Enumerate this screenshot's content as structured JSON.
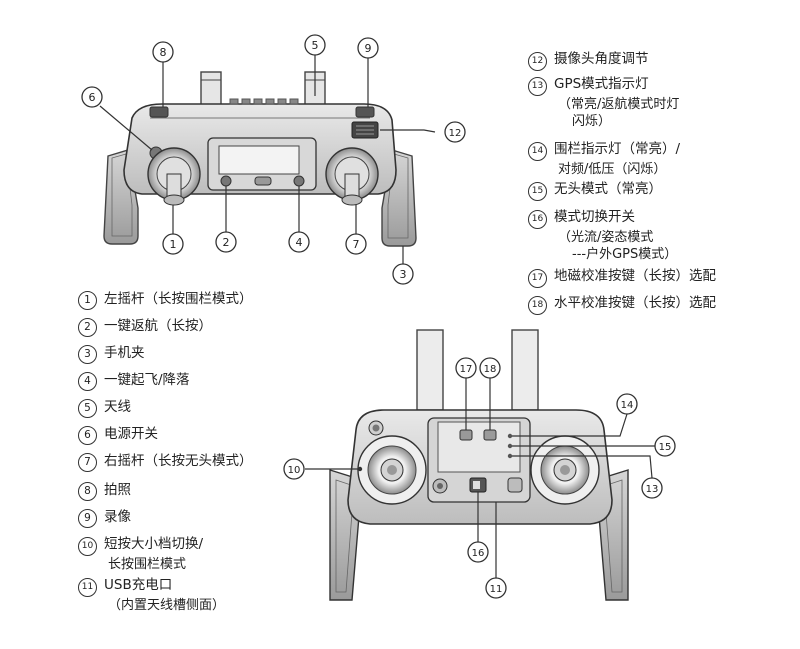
{
  "callouts_top": [
    {
      "num": "⑧"
    },
    {
      "num": "⑤"
    },
    {
      "num": "⑨"
    },
    {
      "num": "⑥"
    },
    {
      "num": "⑫"
    },
    {
      "num": "①"
    },
    {
      "num": "②"
    },
    {
      "num": "④"
    },
    {
      "num": "⑦"
    },
    {
      "num": "③"
    }
  ],
  "callouts_bottom": [
    {
      "num": "⑰"
    },
    {
      "num": "⑱"
    },
    {
      "num": "⑭"
    },
    {
      "num": "⑮"
    },
    {
      "num": "⑩"
    },
    {
      "num": "⑬"
    },
    {
      "num": "⑯"
    },
    {
      "num": "⑪"
    }
  ],
  "legend_left": [
    {
      "num": "1",
      "text": "左摇杆（长按围栏模式）"
    },
    {
      "num": "2",
      "text": "一键返航（长按）"
    },
    {
      "num": "3",
      "text": "手机夹"
    },
    {
      "num": "4",
      "text": "一键起飞/降落"
    },
    {
      "num": "5",
      "text": "天线"
    },
    {
      "num": "6",
      "text": "电源开关"
    },
    {
      "num": "7",
      "text": "右摇杆（长按无头模式）"
    },
    {
      "num": "8",
      "text": "拍照"
    },
    {
      "num": "9",
      "text": "录像"
    },
    {
      "num": "10",
      "text": "短按大小档切换/",
      "sub": "长按围栏模式"
    },
    {
      "num": "11",
      "text": "USB充电口",
      "sub": "（内置天线槽侧面）"
    }
  ],
  "legend_right": [
    {
      "num": "12",
      "text": "摄像头角度调节"
    },
    {
      "num": "13",
      "text": "GPS模式指示灯",
      "sub": "（常亮/返航模式时灯",
      "sub2": "闪烁）"
    },
    {
      "num": "14",
      "text": "围栏指示灯（常亮）/",
      "sub": "对频/低压（闪烁）"
    },
    {
      "num": "15",
      "text": "无头模式（常亮）"
    },
    {
      "num": "16",
      "text": "模式切换开关",
      "sub": "（光流/姿态模式",
      "sub2": "---户外GPS模式）"
    },
    {
      "num": "17",
      "text": "地磁校准按键（长按）选配"
    },
    {
      "num": "18",
      "text": "水平校准按键（长按）选配"
    }
  ]
}
